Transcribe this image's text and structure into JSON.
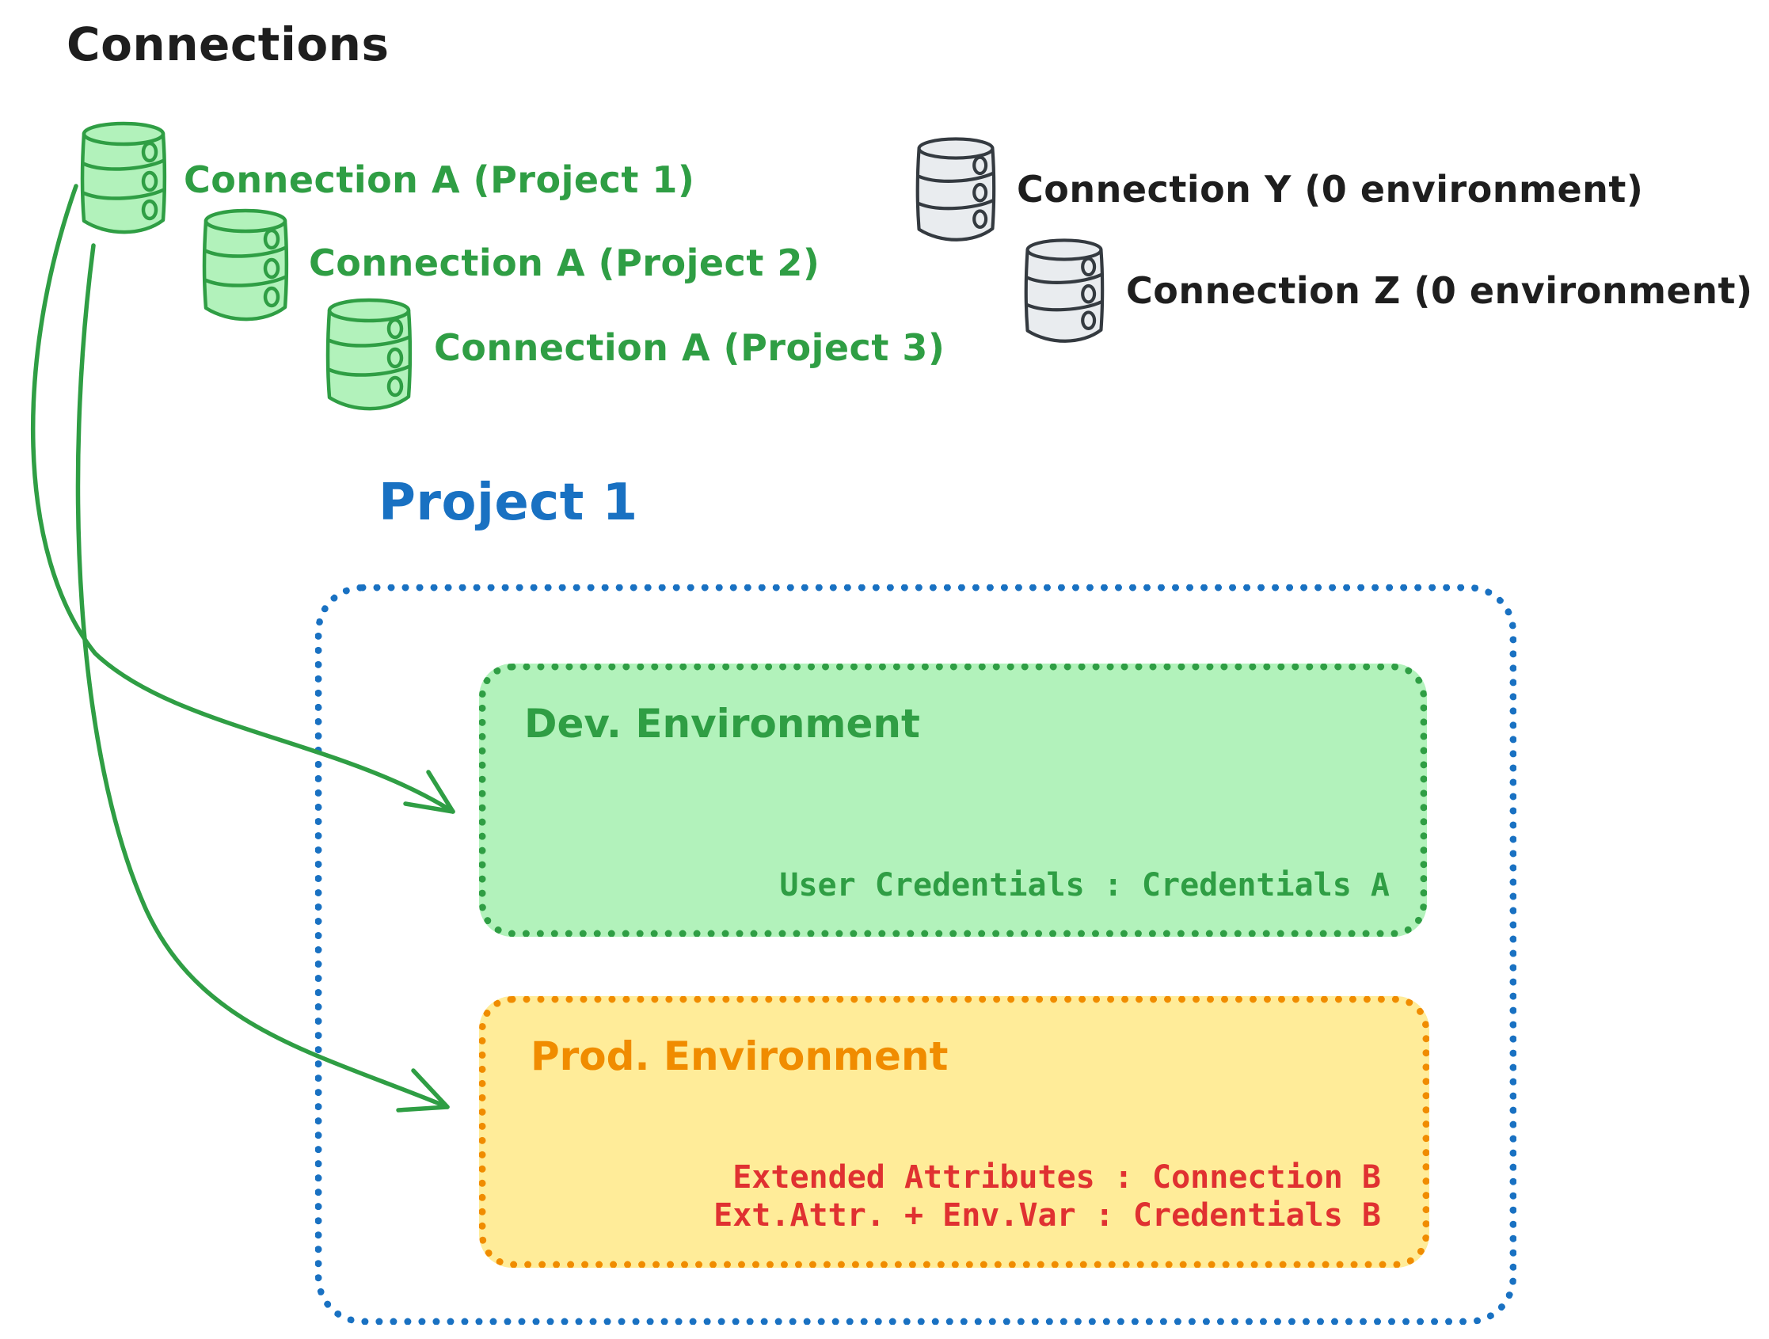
{
  "title": "Connections",
  "palette": {
    "green_stroke": "#2f9e44",
    "green_fill": "#b2f2bb",
    "gray_stroke": "#343a40",
    "gray_fill": "#e9ecef",
    "blue": "#1971c2",
    "orange": "#f08c00",
    "yellow_fill": "#ffec99",
    "red": "#e03131",
    "ink": "#1e1e1e"
  },
  "connections": {
    "green": [
      {
        "label": "Connection A (Project 1)"
      },
      {
        "label": "Connection A (Project 2)"
      },
      {
        "label": "Connection A (Project 3)"
      }
    ],
    "gray": [
      {
        "label": "Connection Y (0 environment)"
      },
      {
        "label": "Connection Z (0 environment)"
      }
    ]
  },
  "project": {
    "title": "Project 1",
    "dev": {
      "title": "Dev. Environment",
      "mapping": "User Credentials : Credentials A"
    },
    "prod": {
      "title": "Prod. Environment",
      "mappings": [
        "Extended Attributes : Connection B",
        "Ext.Attr. + Env.Var : Credentials B"
      ]
    }
  }
}
